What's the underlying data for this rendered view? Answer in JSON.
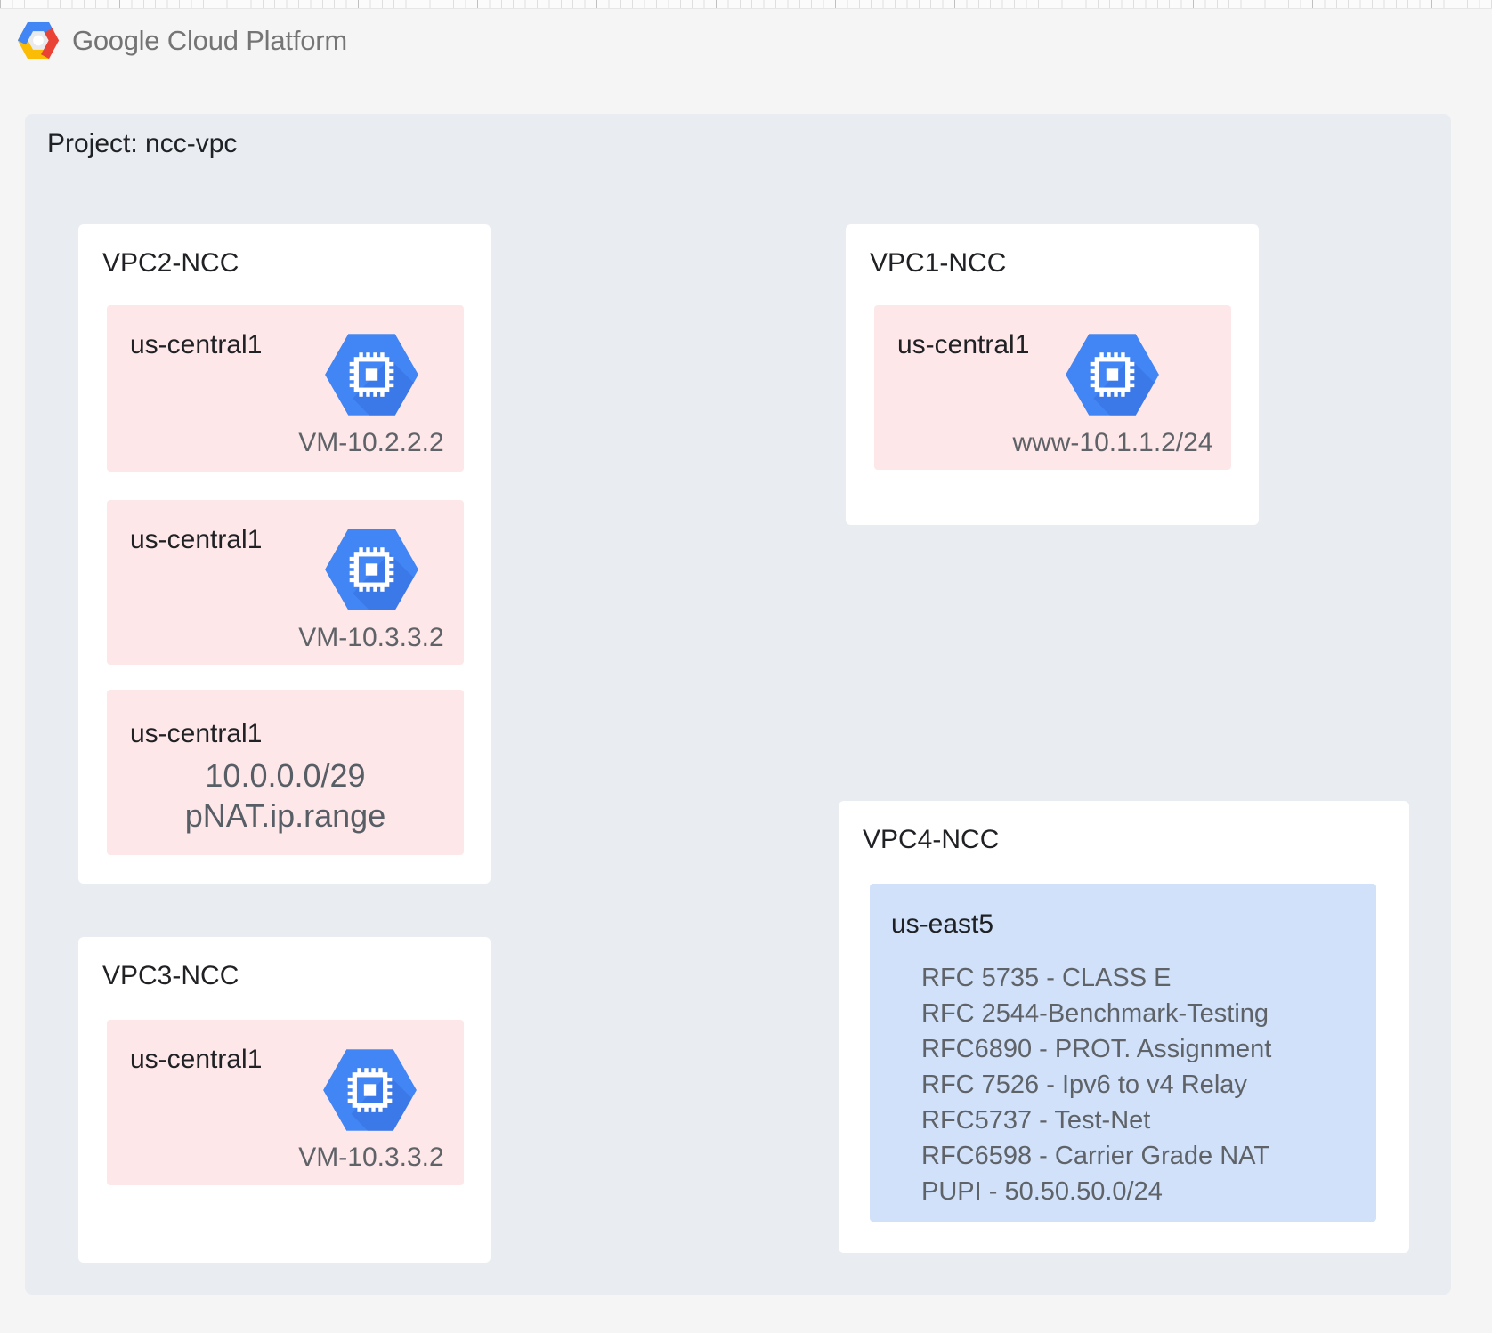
{
  "header": {
    "logo": {
      "brand": "Google",
      "suffix": "Cloud Platform"
    }
  },
  "project": {
    "label": "Project: ncc-vpc"
  },
  "vpcs": {
    "vpc2": {
      "title": "VPC2-NCC",
      "subnets": [
        {
          "region": "us-central1",
          "icon": "compute-engine-icon",
          "label": "VM-10.2.2.2"
        },
        {
          "region": "us-central1",
          "icon": "compute-engine-icon",
          "label": "VM-10.3.3.2"
        },
        {
          "region": "us-central1",
          "lines": [
            "10.0.0.0/29",
            "pNAT.ip.range"
          ]
        }
      ]
    },
    "vpc1": {
      "title": "VPC1-NCC",
      "subnets": [
        {
          "region": "us-central1",
          "icon": "compute-engine-icon",
          "label": "www-10.1.1.2/24"
        }
      ]
    },
    "vpc3": {
      "title": "VPC3-NCC",
      "subnets": [
        {
          "region": "us-central1",
          "icon": "compute-engine-icon",
          "label": "VM-10.3.3.2"
        }
      ]
    },
    "vpc4": {
      "title": "VPC4-NCC",
      "subnets": [
        {
          "region": "us-east5",
          "lines": [
            "RFC 5735 - CLASS E",
            "RFC 2544-Benchmark-Testing",
            "RFC6890 - PROT. Assignment",
            "RFC 7526 - Ipv6 to v4 Relay",
            "RFC5737 - Test-Net",
            "RFC6598 - Carrier Grade NAT",
            "PUPI - 50.50.50.0/24"
          ]
        }
      ]
    }
  },
  "colors": {
    "page_background": "#f5f5f6",
    "project_container": "#e9edf1",
    "vpc_card": "#ffffff",
    "subnet_pink": "#fde7e9",
    "subnet_blue": "#d0e1f9",
    "icon_blue": "#4285f4",
    "icon_shadow_blue": "#3367d6",
    "logo_red": "#ea4335",
    "logo_yellow": "#fbbc05",
    "text_primary": "#202124",
    "text_secondary": "#5f6368",
    "brand_gray": "#757575"
  }
}
